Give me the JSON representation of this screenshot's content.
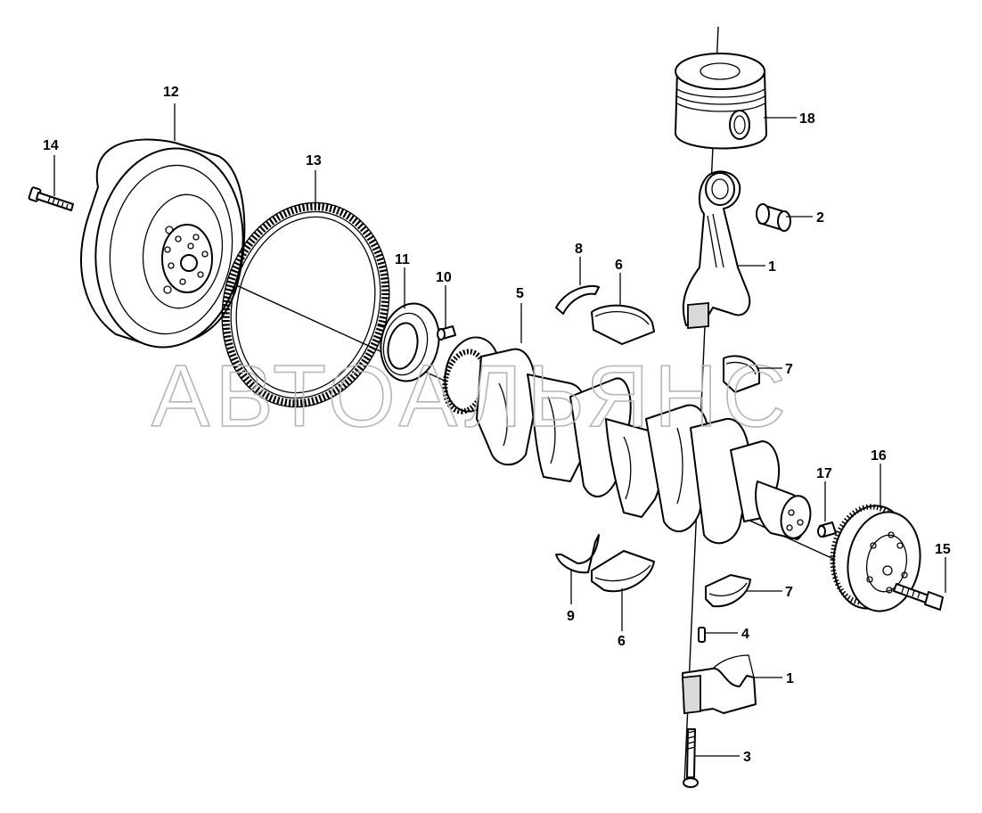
{
  "watermark": "АВТОАЛЬЯНС",
  "callouts": {
    "c1_rod": "1",
    "c1_cap": "1",
    "c2": "2",
    "c3": "3",
    "c4": "4",
    "c5": "5",
    "c6_upper": "6",
    "c6_lower": "6",
    "c7_upper": "7",
    "c7_lower": "7",
    "c8": "8",
    "c9": "9",
    "c10": "10",
    "c11": "11",
    "c12": "12",
    "c13": "13",
    "c14": "14",
    "c15": "15",
    "c16": "16",
    "c17": "17",
    "c18": "18"
  },
  "colors": {
    "line": "#000000",
    "watermark": "#b5b5b5",
    "background": "#ffffff"
  }
}
